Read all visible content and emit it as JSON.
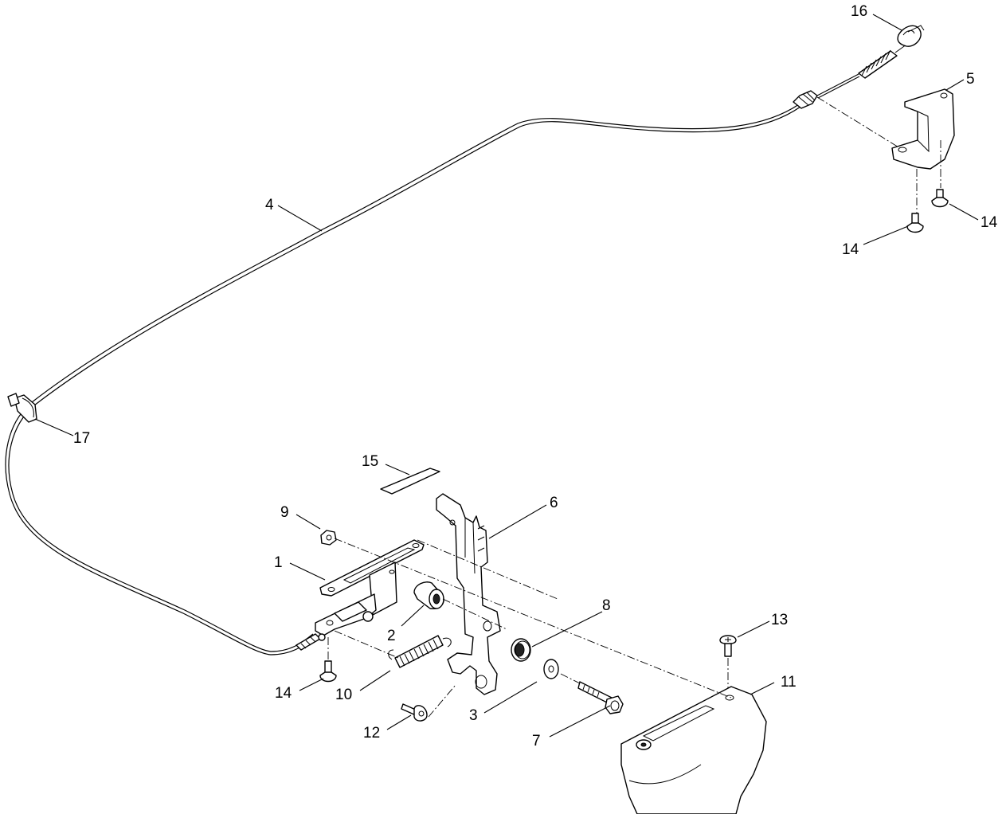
{
  "callouts": {
    "c1": "1",
    "c2": "2",
    "c3": "3",
    "c4": "4",
    "c5": "5",
    "c6": "6",
    "c7": "7",
    "c8": "8",
    "c9": "9",
    "c10": "10",
    "c11": "11",
    "c12": "12",
    "c13": "13",
    "c14a": "14",
    "c14b": "14",
    "c14c": "14",
    "c15": "15",
    "c16": "16",
    "c17": "17"
  },
  "colors": {
    "line": "#000000",
    "background": "#ffffff"
  }
}
